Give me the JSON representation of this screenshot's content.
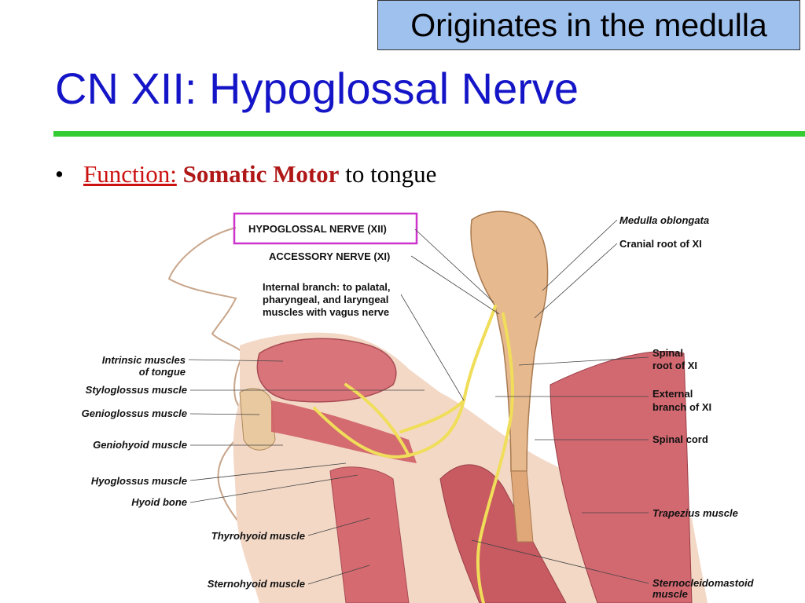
{
  "callout": {
    "text": "Originates in the medulla"
  },
  "title": "CN XII: Hypoglossal Nerve",
  "bullet": {
    "marker": "•",
    "label": "Function:",
    "emphasis": "Somatic Motor",
    "rest": "to tongue"
  },
  "figure": {
    "highlight_color": "#cc33cc",
    "labels": {
      "hypoglossal": "HYPOGLOSSAL NERVE (XII)",
      "accessory": "ACCESSORY NERVE (XI)",
      "internal_1": "Internal branch: to palatal,",
      "internal_2": "pharyngeal, and laryngeal",
      "internal_3": "muscles with vagus nerve",
      "intrinsic_1": "Intrinsic muscles",
      "intrinsic_2": "of tongue",
      "styloglossus": "Styloglossus muscle",
      "genioglossus": "Genioglossus muscle",
      "geniohyoid": "Geniohyoid muscle",
      "hyoglossus": "Hyoglossus muscle",
      "hyoid": "Hyoid bone",
      "thyrohyoid": "Thyrohyoid muscle",
      "sternohyoid": "Sternohyoid muscle",
      "medulla": "Medulla oblongata",
      "cranial_root": "Cranial root of XI",
      "spinal_root_1": "Spinal",
      "spinal_root_2": "root of XI",
      "external_1": "External",
      "external_2": "branch of XI",
      "spinal_cord": "Spinal cord",
      "trapezius": "Trapezius muscle",
      "scm_1": "Sternocleidomastoid",
      "scm_2": "muscle"
    }
  }
}
